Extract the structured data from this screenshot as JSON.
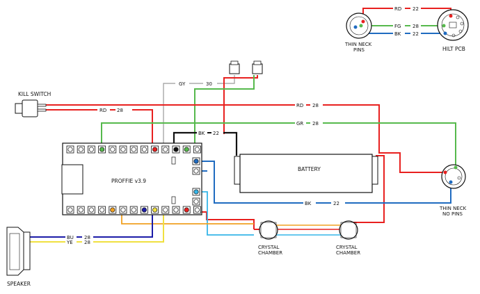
{
  "components": {
    "kill_switch": "KILL SWITCH",
    "speaker": "SPEAKER",
    "board": "PROFFIE v3.9",
    "battery": "BATTERY",
    "crystal_left": [
      "CRYSTAL",
      "CHAMBER"
    ],
    "crystal_right": [
      "CRYSTAL",
      "CHAMBER"
    ],
    "thin_neck_no_pins": [
      "THIN NECK",
      "NO PINS"
    ],
    "thin_neck_pins": [
      "THIN NECK",
      "PINS"
    ],
    "hilt_pcb": "HILT PCB"
  },
  "wires": {
    "gray": {
      "color": "GY",
      "gauge": "30"
    },
    "red_kill": {
      "color": "RD",
      "gauge": "28"
    },
    "red_top": {
      "color": "RD",
      "gauge": "28"
    },
    "green": {
      "color": "GR",
      "gauge": "28"
    },
    "black_batt": {
      "color": "BK",
      "gauge": "22"
    },
    "black_bottom": {
      "color": "BK",
      "gauge": "22"
    },
    "blue_spk": {
      "color": "BU",
      "gauge": "28"
    },
    "yellow_spk": {
      "color": "YE",
      "gauge": "28"
    },
    "pcb_red": {
      "color": "RD",
      "gauge": "22"
    },
    "pcb_green": {
      "color": "FG",
      "gauge": "28"
    },
    "pcb_black": {
      "color": "BK",
      "gauge": "22"
    }
  },
  "colors": {
    "red": "#e8201f",
    "green": "#56b94c",
    "blue": "#1f6bc0",
    "black": "#111111",
    "gray": "#9a9a9a",
    "orange": "#f0a020",
    "lightblue": "#35b5e8",
    "darkblue": "#1c1ca8",
    "yellow": "#f0e040"
  }
}
